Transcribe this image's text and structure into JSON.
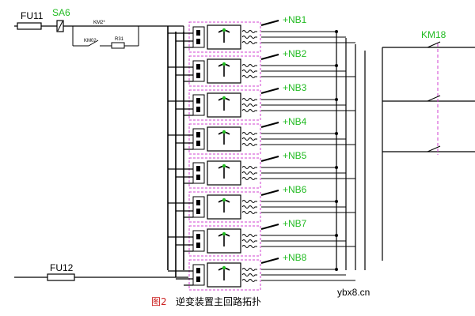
{
  "labels": {
    "fu11": "FU11",
    "sa6": "SA6",
    "km_top": "KM2*",
    "km_bottom": "KM02",
    "r31": "R31",
    "fu12": "FU12",
    "km18": "KM18",
    "modules": [
      "+NB1",
      "+NB2",
      "+NB3",
      "+NB4",
      "+NB5",
      "+NB6",
      "+NB7",
      "+NB8"
    ]
  },
  "caption": {
    "fig": "图2",
    "text": "逆变装置主回路拓扑"
  },
  "watermark": "ybx8.cn",
  "colors": {
    "wire": "#000000",
    "module_frame": "#d040d0",
    "label_green": "#22bb22",
    "caption_red": "#cc2222"
  }
}
